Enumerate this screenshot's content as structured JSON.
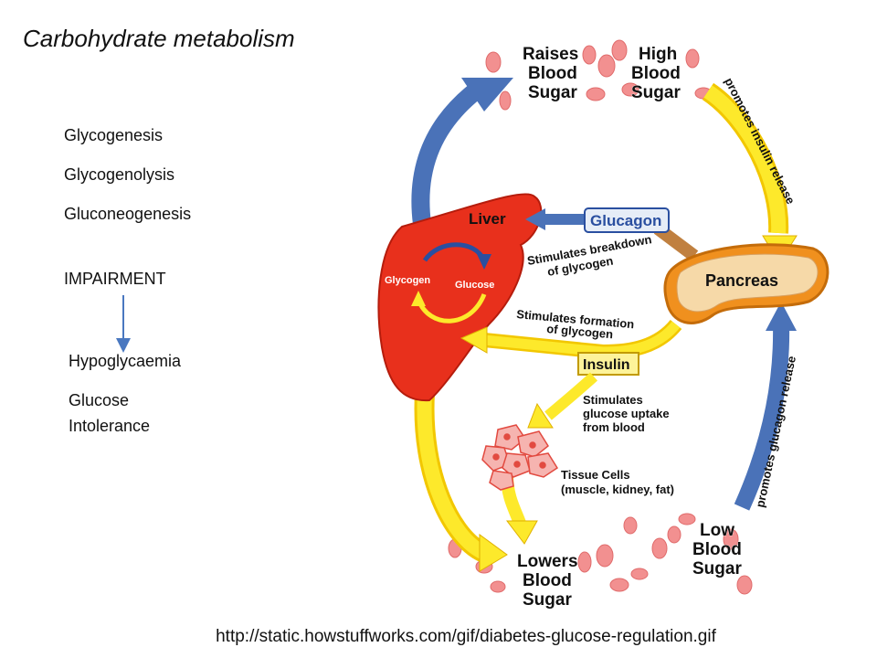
{
  "title": "Carbohydrate metabolism",
  "terms": [
    "Glycogenesis",
    "Glycogenolysis",
    "Gluconeogenesis"
  ],
  "impairment": {
    "heading": "IMPAIRMENT",
    "items": [
      "Hypoglycaemia",
      "Glucose",
      "Intolerance"
    ]
  },
  "diagram": {
    "raises": [
      "Raises",
      "Blood",
      "Sugar"
    ],
    "high": [
      "High",
      "Blood",
      "Sugar"
    ],
    "low": [
      "Low",
      "Blood",
      "Sugar"
    ],
    "lowers": [
      "Lowers",
      "Blood",
      "Sugar"
    ],
    "liver": "Liver",
    "glycogen": "Glycogen",
    "glucose": "Glucose",
    "pancreas": "Pancreas",
    "glucagon": "Glucagon",
    "insulin": "Insulin",
    "breakdown": [
      "Stimulates breakdown",
      "of glycogen"
    ],
    "formation": [
      "Stimulates formation",
      "of glycogen"
    ],
    "uptake": [
      "Stimulates",
      "glucose uptake",
      "from blood"
    ],
    "tissue": [
      "Tissue Cells",
      "(muscle, kidney, fat)"
    ],
    "insulin_release": "promotes insulin release",
    "glucagon_release": "promotes glucagon release"
  },
  "source_url": "http://static.howstuffworks.com/gif/diabetes-glucose-regulation.gif",
  "colors": {
    "blue_arrow": "#4a72b8",
    "yellow_arrow": "#fde92b",
    "liver": "#e8301c",
    "pancreas": "#f0901e",
    "rbc": "#f08c8c"
  }
}
